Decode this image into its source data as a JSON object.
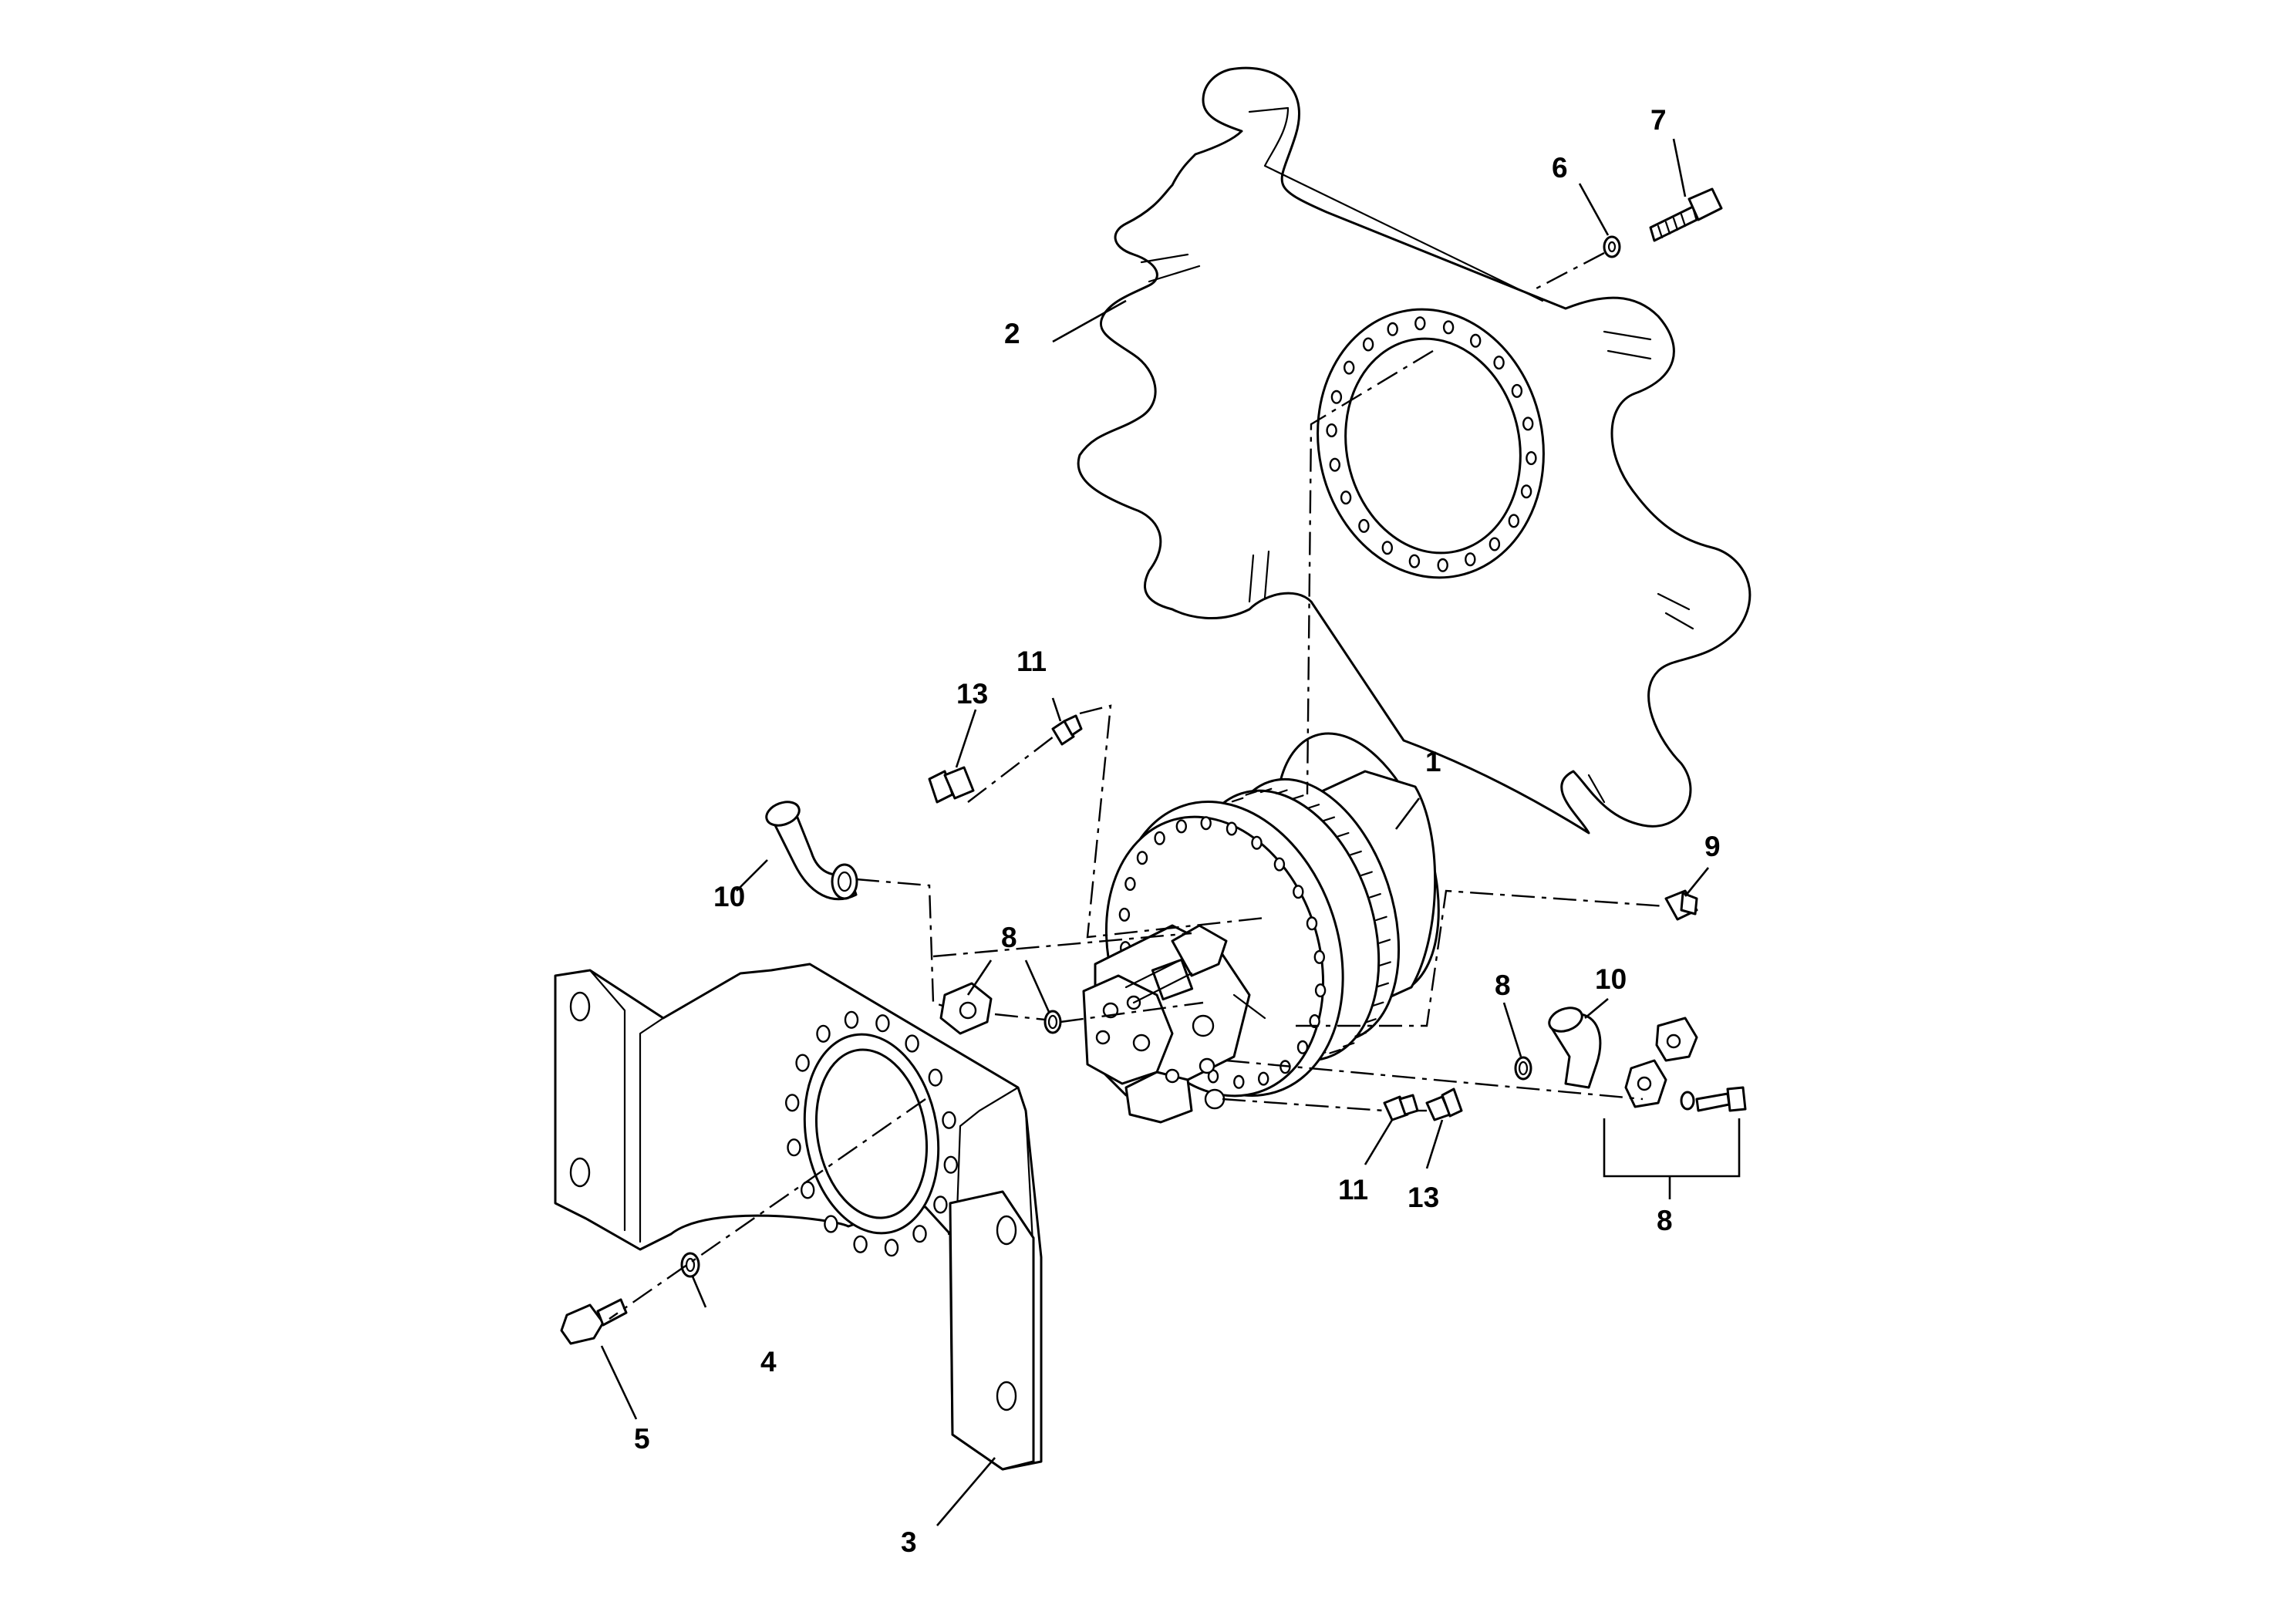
{
  "diagram": {
    "callouts": {
      "c1": "1",
      "c2": "2",
      "c3": "3",
      "c4": "4",
      "c5": "5",
      "c6": "6",
      "c7": "7",
      "c8a": "8",
      "c8b": "8",
      "c8c": "8",
      "c9": "9",
      "c10a": "10",
      "c10b": "10",
      "c11a": "11",
      "c11b": "11",
      "c13a": "13",
      "c13b": "13"
    }
  }
}
